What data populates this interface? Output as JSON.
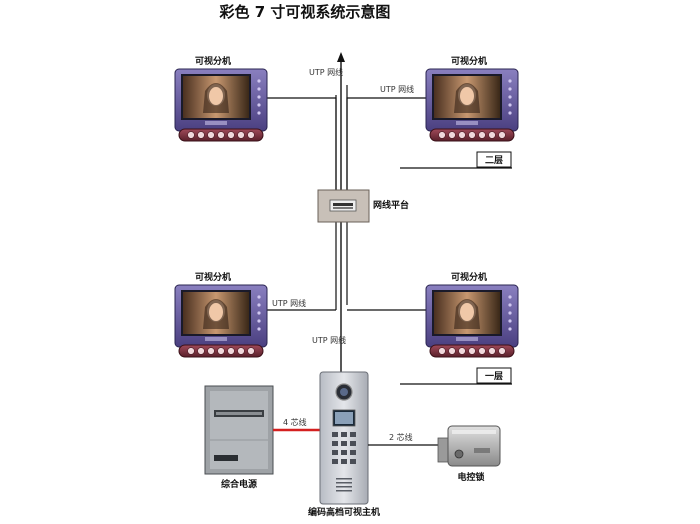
{
  "title": "彩色 7 寸可视系统示意图",
  "monitor_label": "可视分机",
  "utp_label": "UTP 网线",
  "switch_label": "网线平台",
  "floor2": "二层",
  "floor1": "一层",
  "power_label": "综合电源",
  "power_cable": "4 芯线",
  "host_label": "编码高档可视主机",
  "lock_cable": "2 芯线",
  "lock_label": "电控锁",
  "colors": {
    "line": "#111111",
    "red_cable": "#d42020",
    "monitor_frame": "#6a5fa0",
    "monitor_base": "#8a3a4a"
  }
}
